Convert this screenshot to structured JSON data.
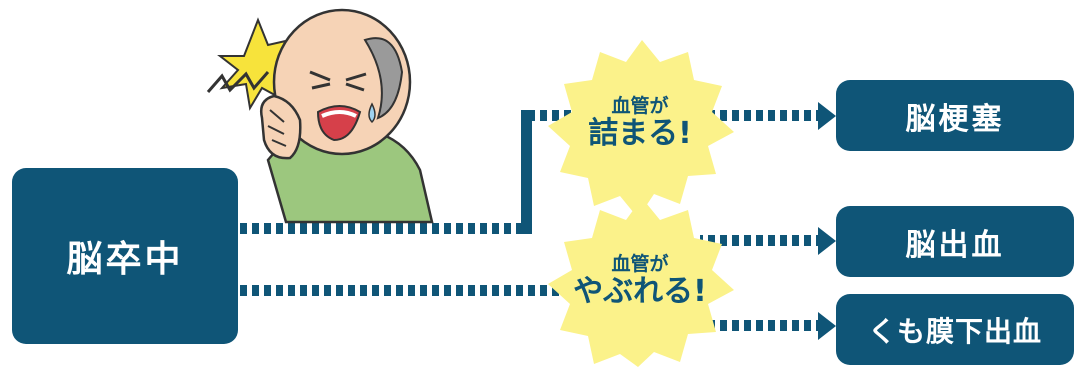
{
  "nodes": {
    "stroke": "脳卒中",
    "infarct": "脳梗塞",
    "hemorrhage": "脳出血",
    "sah": "くも膜下出血"
  },
  "bursts": {
    "clog": {
      "line1": "血管が",
      "line2": "詰まる!"
    },
    "rupture": {
      "line1": "血管が",
      "line2": "やぶれる!"
    }
  },
  "colors": {
    "box": "#0f5577",
    "burst": "#fbf28a",
    "shirt": "#9cc77e",
    "skin": "#f6d3b6",
    "flash": "#f7e33b"
  }
}
